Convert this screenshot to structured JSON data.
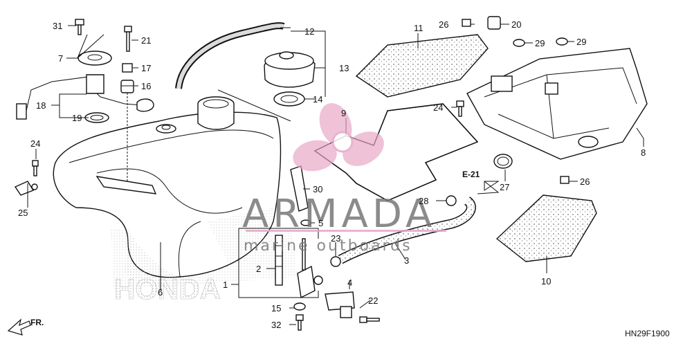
{
  "diagram_code": "HN29F1900",
  "reference_label": "E-21",
  "direction_label": "FR.",
  "watermark": {
    "brand": "ARMADA",
    "tagline": "marine outboards"
  },
  "background_logo": "HONDA",
  "callouts": {
    "c1": "1",
    "c2": "2",
    "c3": "3",
    "c4": "4",
    "c5": "5",
    "c6": "6",
    "c7": "7",
    "c8": "8",
    "c9": "9",
    "c10": "10",
    "c11": "11",
    "c12": "12",
    "c13": "13",
    "c14": "14",
    "c15": "15",
    "c16": "16",
    "c17": "17",
    "c18": "18",
    "c19": "19",
    "c20": "20",
    "c21": "21",
    "c22": "22",
    "c23": "23",
    "c24a": "24",
    "c24b": "24",
    "c25": "25",
    "c26a": "26",
    "c26b": "26",
    "c27": "27",
    "c28": "28",
    "c29a": "29",
    "c29b": "29",
    "c30": "30",
    "c31": "31",
    "c32": "32"
  },
  "colors": {
    "ink": "#111111",
    "watermark_pink": "#e7a6c6",
    "watermark_gray": "#777777",
    "stipple": "#bbbbbb"
  }
}
